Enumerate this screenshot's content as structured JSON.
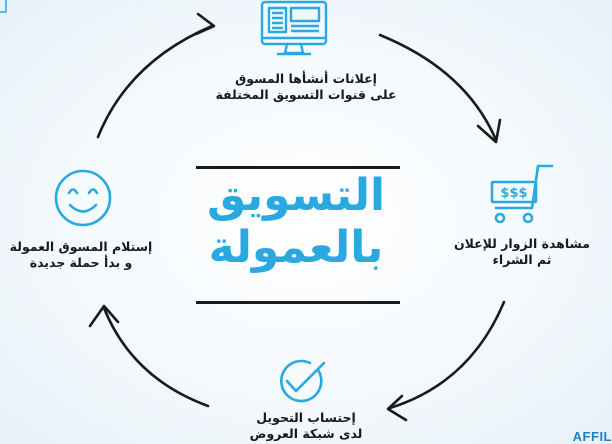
{
  "steps": [
    {
      "line1": "إعلانات أنشأها المسوق",
      "line2": "على قنوات التسويق المختلفة",
      "icon": "monitor-icon"
    },
    {
      "line1": "مشاهدة الزوار للإعلان",
      "line2": "ثم الشراء",
      "icon": "shopping-cart-icon",
      "cart_text": "$$$"
    },
    {
      "line1": "إحتساب التحويل",
      "line2": "لدى شبكة العروض",
      "icon": "checkmark-circle-icon"
    },
    {
      "line1": "إستلام المسوق العمولة",
      "line2": "و بدأ حملة جديدة",
      "icon": "smiley-face-icon"
    }
  ],
  "center": {
    "line1": "التسويق",
    "line2": "بالعمولة"
  },
  "brand": "AFFIL",
  "colors": {
    "accent": "#2aa9e0",
    "text": "#1a1a1a",
    "arrow": "#1a1a1a"
  }
}
